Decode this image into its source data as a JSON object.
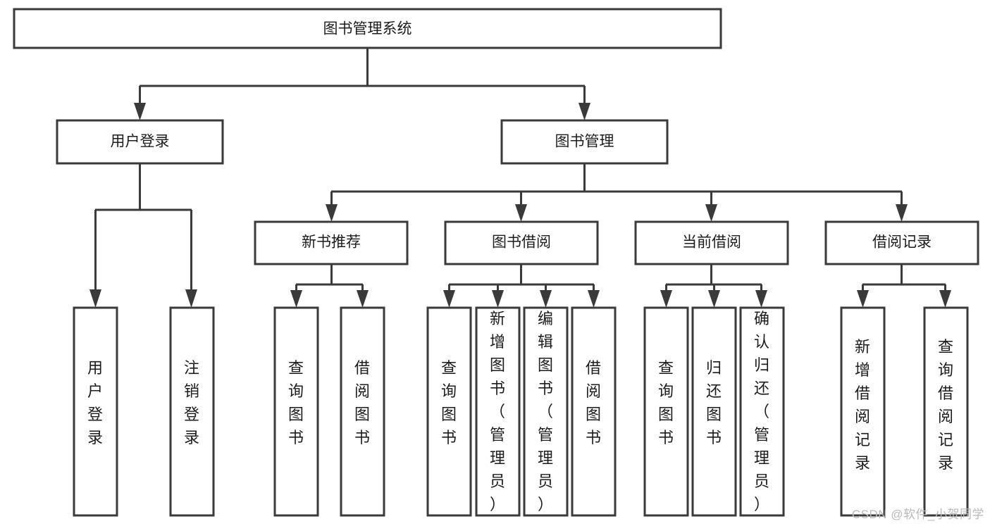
{
  "diagram": {
    "title": "图书管理系统",
    "type": "tree-hierarchy-chart",
    "orientation": "top-down",
    "colors": {
      "box_stroke": "#3a3a3a",
      "box_fill": "#ffffff",
      "connector": "#3a3a3a",
      "text": "#1c1c1c",
      "watermark": "#b9b9b9",
      "background": "#ffffff"
    },
    "root": {
      "label": "图书管理系统"
    },
    "level2": [
      {
        "label": "用户登录"
      },
      {
        "label": "图书管理"
      }
    ],
    "level3": [
      {
        "label": "新书推荐"
      },
      {
        "label": "图书借阅"
      },
      {
        "label": "当前借阅"
      },
      {
        "label": "借阅记录"
      }
    ],
    "leaves": {
      "user_login": [
        {
          "label": "用户登录"
        },
        {
          "label": "注销登录"
        }
      ],
      "new_book_recommend": [
        {
          "label": "查询图书"
        },
        {
          "label": "借阅图书"
        }
      ],
      "book_borrow": [
        {
          "label": "查询图书"
        },
        {
          "label": "新增图书（管理员）"
        },
        {
          "label": "编辑图书（管理员）"
        },
        {
          "label": "借阅图书"
        }
      ],
      "current_borrow": [
        {
          "label": "查询图书"
        },
        {
          "label": "归还图书"
        },
        {
          "label": "确认归还（管理员）"
        }
      ],
      "borrow_record": [
        {
          "label": "新增借阅记录"
        },
        {
          "label": "查询借阅记录"
        }
      ]
    }
  },
  "watermark": {
    "text": "CSDN @软件_小贺同学"
  }
}
